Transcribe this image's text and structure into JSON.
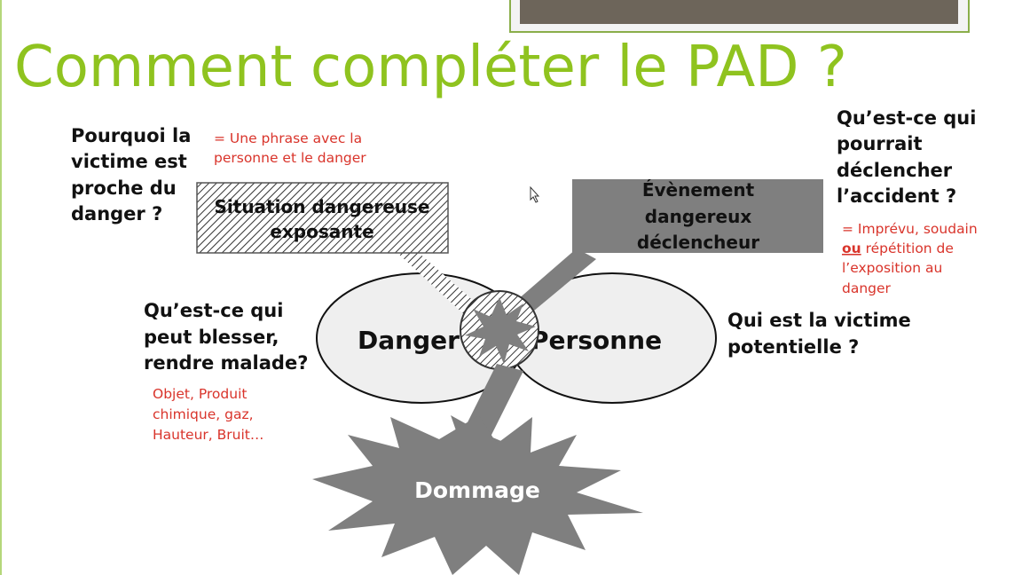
{
  "slide": {
    "title": "Comment compléter le PAD ?",
    "accent_color": "#8fc31f",
    "left_question": [
      "Pourquoi la",
      "victime est",
      "proche du",
      "danger ?"
    ],
    "left_note": [
      "= Une phrase avec la",
      "personne et le danger"
    ],
    "situation_box": [
      "Situation dangereuse",
      "exposante"
    ],
    "event_box": [
      "Évènement",
      "dangereux",
      "déclencheur"
    ],
    "right_question": [
      "Qu’est-ce qui",
      "pourrait",
      "déclencher",
      "l’accident ?"
    ],
    "right_note": {
      "line1": "= Imprévu, soudain",
      "line2_emph": "ou",
      "line2_rest": " répétition de",
      "line3": "l’exposition au",
      "line4": "danger"
    },
    "danger_label": "Danger",
    "personne_label": "Personne",
    "hazard_question": [
      "Qu’est-ce qui",
      "peut blesser,",
      "rendre malade?"
    ],
    "hazard_note": [
      "Objet, Produit",
      "chimique, gaz,",
      "Hauteur, Bruit…"
    ],
    "victim_question": [
      "Qui est la victime",
      "potentielle ?"
    ],
    "damage_label": "Dommage",
    "note_color": "#d9342b"
  }
}
